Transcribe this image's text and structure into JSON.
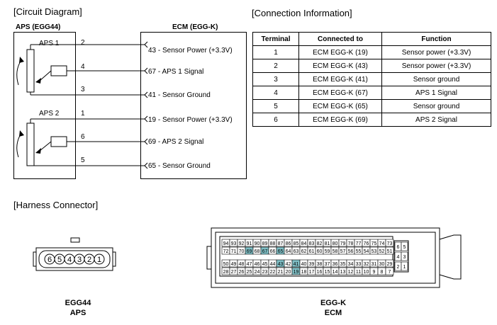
{
  "circuit": {
    "heading": "[Circuit Diagram]",
    "aps_title": "APS (EGG44)",
    "ecm_title": "ECM (EGG-K)",
    "aps1_label": "APS 1",
    "aps2_label": "APS 2",
    "pins_left": [
      "2",
      "4",
      "3",
      "1",
      "6",
      "5"
    ],
    "ecm_pins": [
      "43 - Sensor Power (+3.3V)",
      "67 - APS 1 Signal",
      "41 - Sensor Ground",
      "19 - Sensor Power  (+3.3V)",
      "69 - APS 2 Signal",
      "65 - Sensor Ground"
    ]
  },
  "connection": {
    "heading": "[Connection Information]",
    "columns": [
      "Terminal",
      "Connected to",
      "Function"
    ],
    "rows": [
      [
        "1",
        "ECM EGG-K (19)",
        "Sensor power (+3.3V)"
      ],
      [
        "2",
        "ECM EGG-K (43)",
        "Sensor power (+3.3V)"
      ],
      [
        "3",
        "ECM EGG-K (41)",
        "Sensor ground"
      ],
      [
        "4",
        "ECM EGG-K (67)",
        "APS 1 Signal"
      ],
      [
        "5",
        "ECM EGG-K (65)",
        "Sensor ground"
      ],
      [
        "6",
        "ECM EGG-K (69)",
        "APS 2 Signal"
      ]
    ]
  },
  "harness": {
    "heading": "[Harness Connector]",
    "egg44_pins": [
      "6",
      "5",
      "4",
      "3",
      "2",
      "1"
    ],
    "egg44_caption_1": "EGG44",
    "egg44_caption_2": "APS",
    "eggk_caption_1": "EGG-K",
    "eggk_caption_2": "ECM",
    "eggk_rows": [
      [
        "94",
        "93",
        "92",
        "91",
        "90",
        "89",
        "88",
        "87",
        "86",
        "85",
        "84",
        "83",
        "82",
        "81",
        "80",
        "79",
        "78",
        "77",
        "76",
        "75",
        "74",
        "73"
      ],
      [
        "72",
        "71",
        "70",
        "69",
        "68",
        "67",
        "66",
        "65",
        "64",
        "63",
        "62",
        "61",
        "60",
        "59",
        "58",
        "57",
        "56",
        "55",
        "54",
        "53",
        "52",
        "51"
      ],
      [
        "50",
        "49",
        "48",
        "47",
        "46",
        "45",
        "44",
        "43",
        "42",
        "41",
        "40",
        "39",
        "38",
        "37",
        "36",
        "35",
        "34",
        "33",
        "32",
        "31",
        "30",
        "29"
      ],
      [
        "28",
        "27",
        "26",
        "25",
        "24",
        "23",
        "22",
        "21",
        "20",
        "19",
        "18",
        "17",
        "16",
        "15",
        "14",
        "13",
        "12",
        "11",
        "10",
        "9",
        "8",
        "7"
      ]
    ],
    "eggk_small": [
      [
        "6",
        "5"
      ],
      [
        "4",
        "3"
      ],
      [
        "2",
        "1"
      ]
    ],
    "highlighted_pins": [
      "69",
      "67",
      "65",
      "43",
      "41",
      "19"
    ],
    "highlight_color": "#7fbfc6"
  }
}
